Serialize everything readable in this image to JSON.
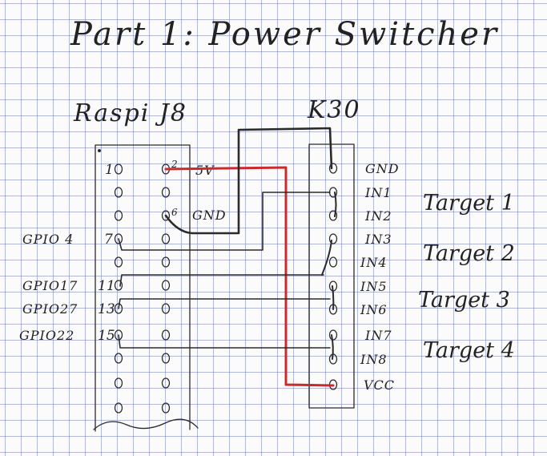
{
  "title": "Part 1: Power Switcher",
  "raspi_header": "Raspi J8",
  "relay_header": "K30",
  "raspi_pins": {
    "pin_1": "1",
    "pin_2": "2",
    "pin_6": "6",
    "pin_7": "7",
    "pin_11": "11",
    "pin_13": "13",
    "pin_15": "15"
  },
  "power_labels": {
    "five_volt": "5V",
    "ground": "GND"
  },
  "gpio_labels": {
    "gpio4": "GPIO 4",
    "gpio17": "GPIO17",
    "gpio27": "GPIO27",
    "gpio22": "GPIO22"
  },
  "relay_pins": [
    "GND",
    "IN1",
    "IN2",
    "IN3",
    "IN4",
    "IN5",
    "IN6",
    "IN7",
    "IN8",
    "VCC"
  ],
  "targets": [
    "Target 1",
    "Target 2",
    "Target 3",
    "Target 4"
  ],
  "colors": {
    "ink": "#2a2a2a",
    "power_wire": "#cc2a2a",
    "grid": "#7882be"
  }
}
